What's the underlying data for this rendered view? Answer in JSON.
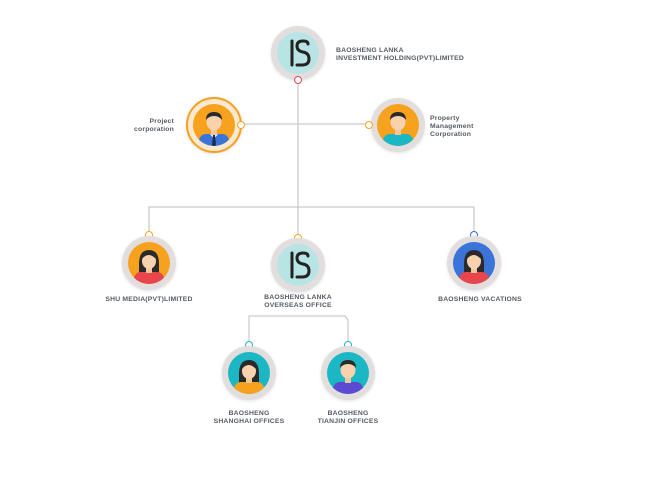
{
  "colors": {
    "line": "#c9c9c9",
    "dot_orange": "#f5a623",
    "dot_red": "#e8454c",
    "dot_teal": "#1bb7c4",
    "dot_blue": "#2b6fd6",
    "logo_bg": "#b9e4e6",
    "logo_stroke": "#222222"
  },
  "nodes": {
    "root": {
      "title_line1": "BAOSHENG LANKA",
      "title_line2": "INVESTMENT HOLDING(PVT)LIMITED",
      "icon": "bs-logo-icon"
    },
    "project": {
      "title_line1": "Project",
      "title_line2": "corporation",
      "icon": "man-tie-avatar-icon"
    },
    "property": {
      "title_line1": "Property",
      "title_line2": "Management",
      "title_line3": "Corporation",
      "icon": "man-avatar-icon"
    },
    "shu_media": {
      "title_line1": "SHU MEDIA(PVT)LIMITED",
      "icon": "woman-avatar-icon"
    },
    "overseas": {
      "title_line1": "BAOSHENG LANKA",
      "title_line2": "OVERSEAS OFFICE",
      "icon": "bs-logo-icon"
    },
    "vacations": {
      "title_line1": "BAOSHENG VACATIONS",
      "icon": "woman-avatar-icon"
    },
    "shanghai": {
      "title_line1": "BAOSHENG",
      "title_line2": "SHANGHAI OFFICES",
      "icon": "woman-avatar-icon"
    },
    "tianjin": {
      "title_line1": "BAOSHENG",
      "title_line2": "TIANJIN OFFICES",
      "icon": "man-avatar-icon"
    }
  }
}
